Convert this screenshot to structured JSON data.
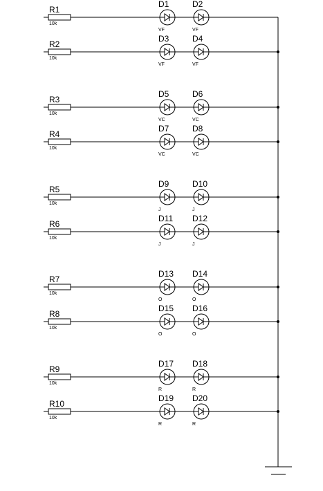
{
  "schematic": {
    "rows": [
      {
        "resistor": {
          "ref": "R1",
          "value": "10k"
        },
        "diodes": [
          {
            "ref": "D1",
            "value": "VF"
          },
          {
            "ref": "D2",
            "value": "VF"
          }
        ]
      },
      {
        "resistor": {
          "ref": "R2",
          "value": "10k"
        },
        "diodes": [
          {
            "ref": "D3",
            "value": "VF"
          },
          {
            "ref": "D4",
            "value": "VF"
          }
        ]
      },
      {
        "resistor": {
          "ref": "R3",
          "value": "10k"
        },
        "diodes": [
          {
            "ref": "D5",
            "value": "VC"
          },
          {
            "ref": "D6",
            "value": "VC"
          }
        ]
      },
      {
        "resistor": {
          "ref": "R4",
          "value": "10k"
        },
        "diodes": [
          {
            "ref": "D7",
            "value": "VC"
          },
          {
            "ref": "D8",
            "value": "VC"
          }
        ]
      },
      {
        "resistor": {
          "ref": "R5",
          "value": "10k"
        },
        "diodes": [
          {
            "ref": "D9",
            "value": "J"
          },
          {
            "ref": "D10",
            "value": "J"
          }
        ]
      },
      {
        "resistor": {
          "ref": "R6",
          "value": "10k"
        },
        "diodes": [
          {
            "ref": "D11",
            "value": "J"
          },
          {
            "ref": "D12",
            "value": "J"
          }
        ]
      },
      {
        "resistor": {
          "ref": "R7",
          "value": "10k"
        },
        "diodes": [
          {
            "ref": "D13",
            "value": "O"
          },
          {
            "ref": "D14",
            "value": "O"
          }
        ]
      },
      {
        "resistor": {
          "ref": "R8",
          "value": "10k"
        },
        "diodes": [
          {
            "ref": "D15",
            "value": "O"
          },
          {
            "ref": "D16",
            "value": "O"
          }
        ]
      },
      {
        "resistor": {
          "ref": "R9",
          "value": "10k"
        },
        "diodes": [
          {
            "ref": "D17",
            "value": "R"
          },
          {
            "ref": "D18",
            "value": "R"
          }
        ]
      },
      {
        "resistor": {
          "ref": "R10",
          "value": "10k"
        },
        "diodes": [
          {
            "ref": "D19",
            "value": "R"
          },
          {
            "ref": "D20",
            "value": "R"
          }
        ]
      }
    ],
    "ground_symbol": "ground-icon",
    "diode_symbol": "diode-icon",
    "resistor_symbol": "resistor-icon",
    "colors": {
      "line": "#000000",
      "background": "#ffffff"
    }
  }
}
